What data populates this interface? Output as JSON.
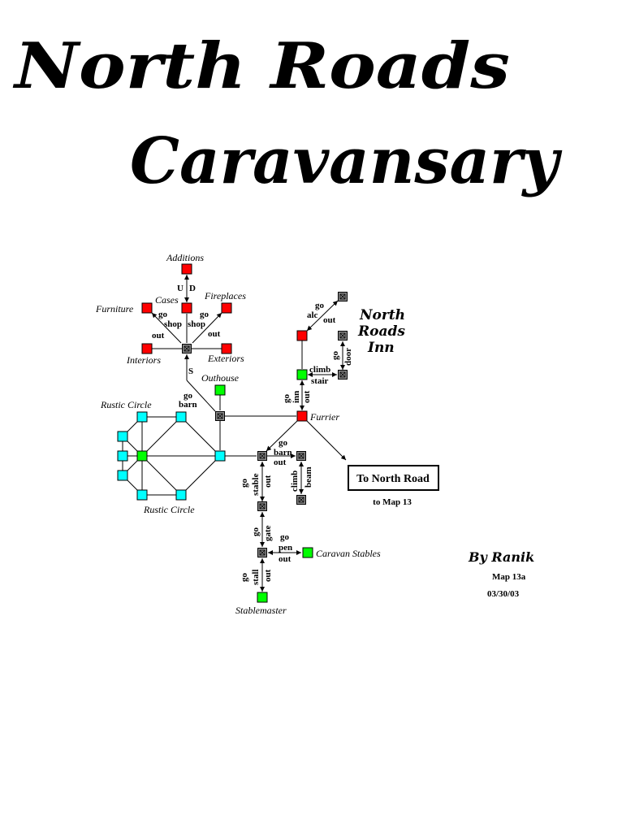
{
  "title": {
    "line1": "North Roads",
    "line2": "Caravansary"
  },
  "colors": {
    "red": "#ff0000",
    "green": "#00ff00",
    "cyan": "#00ffff",
    "gray": "#888888"
  },
  "labels": {
    "additions": "Additions",
    "cases": "Cases",
    "fireplaces": "Fireplaces",
    "furniture": "Furniture",
    "interiors": "Interiors",
    "exteriors": "Exteriors",
    "outhouse": "Outhouse",
    "rustic_circle_top": "Rustic Circle",
    "rustic_circle_bottom": "Rustic Circle",
    "furrier": "Furrier",
    "caravan_stables": "Caravan Stables",
    "stablemaster": "Stablemaster"
  },
  "dirs": {
    "u": "U",
    "d": "D",
    "go_left": "go",
    "shop_left": "shop",
    "go_right": "go",
    "shop_right": "shop",
    "out_left": "out",
    "out_right": "out",
    "s": "S",
    "go_barn_go": "go",
    "go_barn_barn": "barn",
    "alc_go": "go",
    "alc_alc": "alc",
    "alc_out": "out",
    "door_go": "go",
    "door_door": "door",
    "climb": "climb",
    "stair": "stair",
    "inn_go": "go",
    "inn_inn": "inn",
    "inn_out": "out",
    "barn2_go": "go",
    "barn2_barn": "barn",
    "barn2_out": "out",
    "climb2": "climb",
    "beam": "beam",
    "stable_go": "go",
    "stable_stable": "stable",
    "stable_out": "out",
    "gate_go": "go",
    "gate_gate": "gate",
    "pen_go": "go",
    "pen_pen": "pen",
    "pen_out": "out",
    "stall_go": "go",
    "stall_stall": "stall",
    "stall_out": "out"
  },
  "inn_title": {
    "line1": "North",
    "line2": "Roads",
    "line3": "Inn"
  },
  "exit_box": {
    "label": "To North Road",
    "sublabel": "to Map 13"
  },
  "credit": {
    "author": "By Ranik",
    "map_id": "Map 13a",
    "date": "03/30/03"
  }
}
